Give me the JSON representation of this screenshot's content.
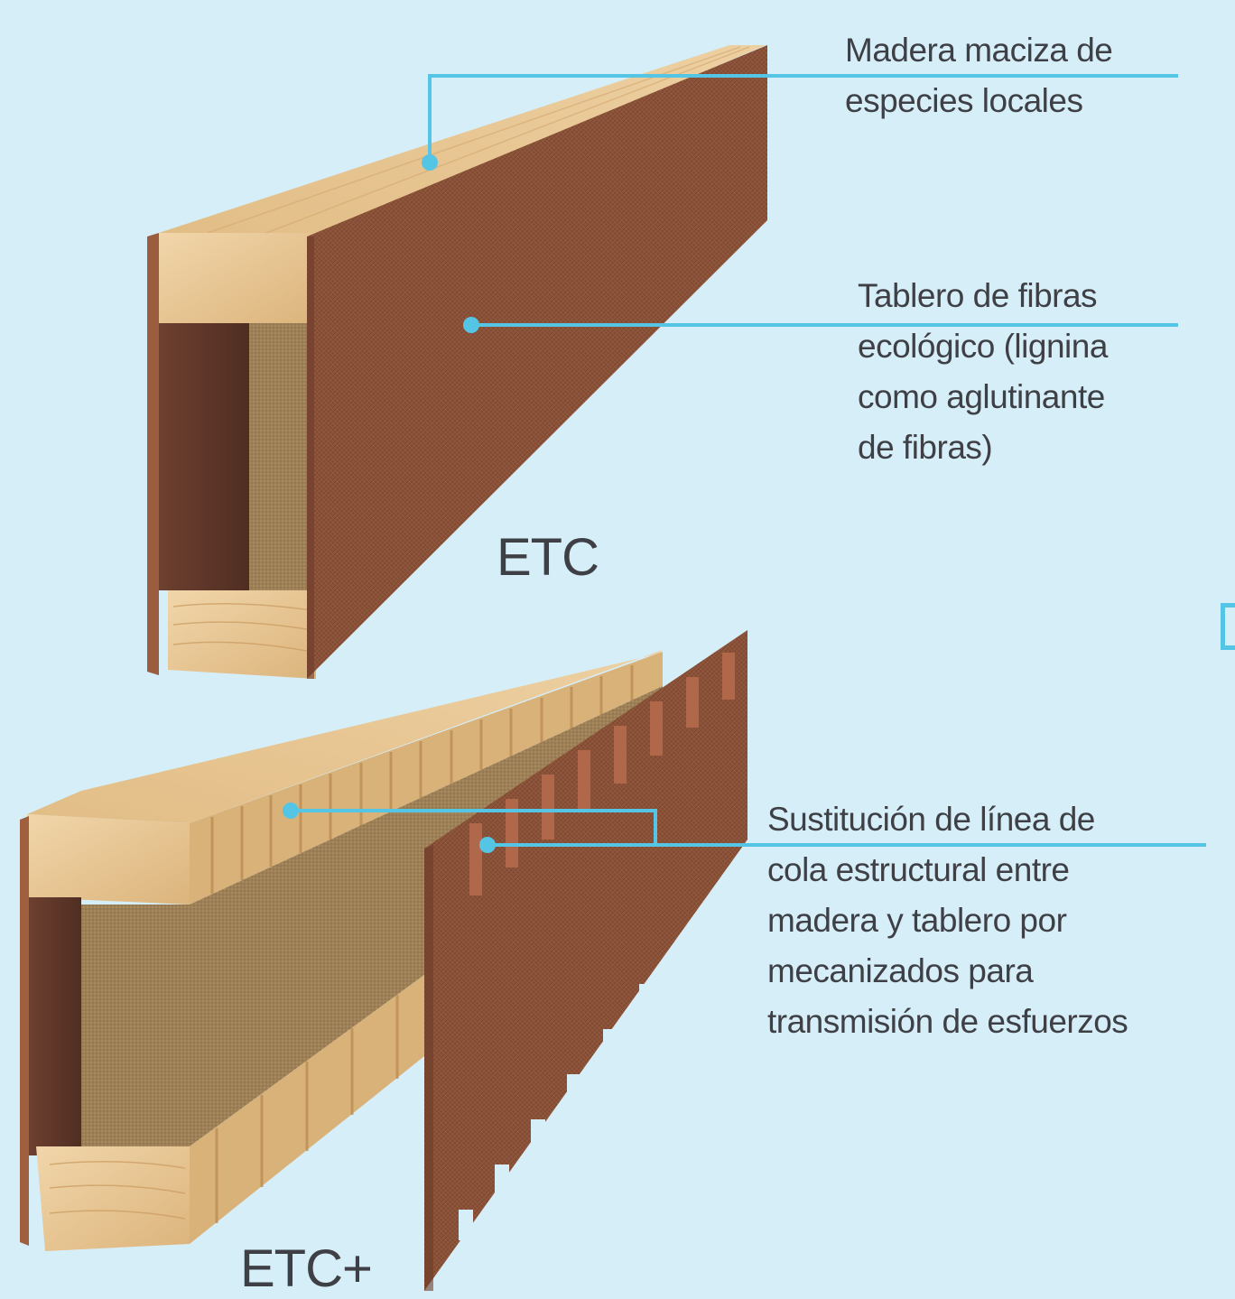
{
  "labels": {
    "solid_wood": "Madera maciza de\nespecies locales",
    "fiber_board": "Tablero de fibras\necológico (lignina\ncomo aglutinante\nde fibras)",
    "mechanized": "Sustitución de línea de\ncola estructural entre\nmadera y tablero por\nmecanizados para\ntransmisión de esfuerzos"
  },
  "tags": {
    "etc": "ETC",
    "etc_plus": "ETC+"
  },
  "colors": {
    "background": "#d6eef8",
    "callout": "#55c5e6",
    "wood_light": "#e6c48e",
    "board_brown": "#8a5238",
    "core_fiber": "#9e8156",
    "text": "#3f3f46"
  },
  "icons": [
    "callout-dot-icon"
  ]
}
